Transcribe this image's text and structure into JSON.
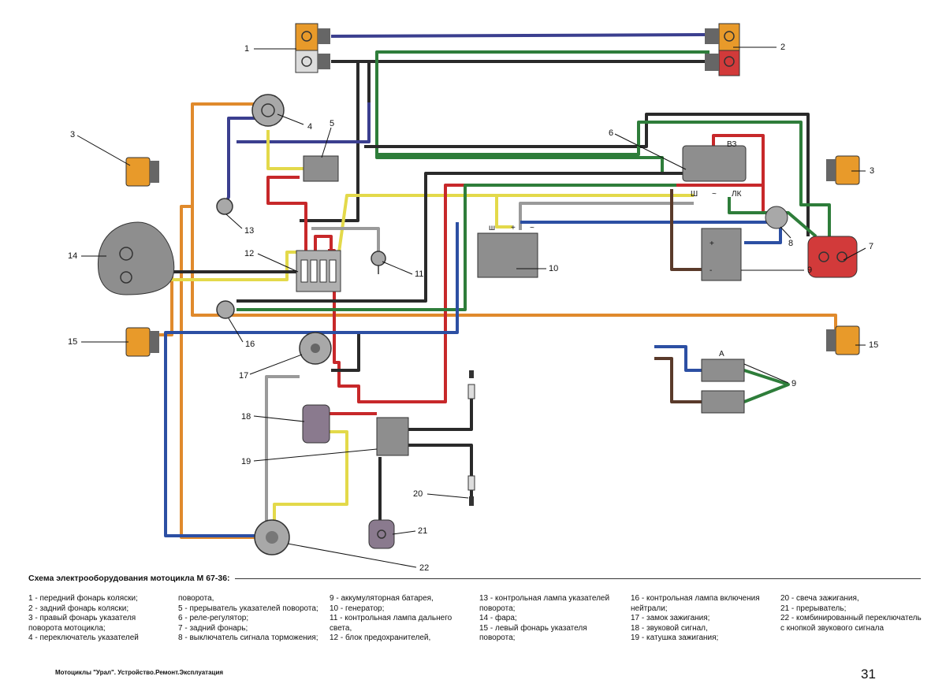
{
  "diagram": {
    "callouts": [
      "1",
      "2",
      "3",
      "3",
      "4",
      "5",
      "6",
      "7",
      "8",
      "9",
      "9",
      "10",
      "11",
      "12",
      "13",
      "14",
      "15",
      "15",
      "16",
      "17",
      "18",
      "19",
      "20",
      "21",
      "22"
    ],
    "terminals": {
      "relay_vz": "ВЗ",
      "relay_sh": "Ш",
      "relay_tilde": "~",
      "relay_lk": "ЛК",
      "gen_sh": "ш",
      "gen_plus": "+",
      "gen_tilde": "~",
      "battery_a": "A",
      "plus": "+",
      "minus": "-"
    },
    "wire_colors": {
      "blue": "#2c4fa3",
      "navy": "#3b3f8f",
      "green": "#2e7d3a",
      "dark": "#2a2a2a",
      "red": "#c7282a",
      "yellow": "#e3d94a",
      "orange": "#e08a2c",
      "grey": "#9a9a9a",
      "brown": "#5a3a2a"
    },
    "component_colors": {
      "lamp_orange": "#e89a2a",
      "tail_red": "#d23a3a",
      "grey_box": "#8e8e8e",
      "switch_grey": "#a8a8a8",
      "horn_purple": "#8a7a8e"
    }
  },
  "caption": {
    "title": "Схема электрооборудования мотоцикла М 67-36:",
    "col1": [
      "1 - передний фонарь коляски;",
      "2 - задний фонарь коляски;",
      "3 - правый фонарь указателя",
      "поворота мотоцикла;",
      "4 - переключатель указателей"
    ],
    "col2": [
      "поворота,",
      "5 - прерыватель указателей поворота;",
      "6 - реле-регулятор;",
      "7 - задний фонарь;",
      "8 - выключатель сигнала торможения;"
    ],
    "col3": [
      "9 - аккумуляторная батарея,",
      "10 - генератор;",
      "11 - контрольная лампа дальнего",
      "света,",
      "12 - блок предохранителей,"
    ],
    "col4": [
      "13 - контрольная лампа указателей",
      "поворота;",
      "14 - фара;",
      "15 - левый фонарь указателя",
      "поворота;"
    ],
    "col5": [
      "16 - контрольная лампа включения",
      "нейтрали;",
      "17 - замок зажигания;",
      "18 - звуковой сигнал,",
      "19 - катушка зажигания;"
    ],
    "col6": [
      "20 - свеча зажигания,",
      "21 - прерыватель;",
      "22 - комбинированный переключатель",
      "с кнопкой звукового сигнала"
    ]
  },
  "footer": {
    "left": "Мотоциклы \"Урал\". Устройство.Ремонт.Эксплуатация",
    "page_number": "31"
  }
}
